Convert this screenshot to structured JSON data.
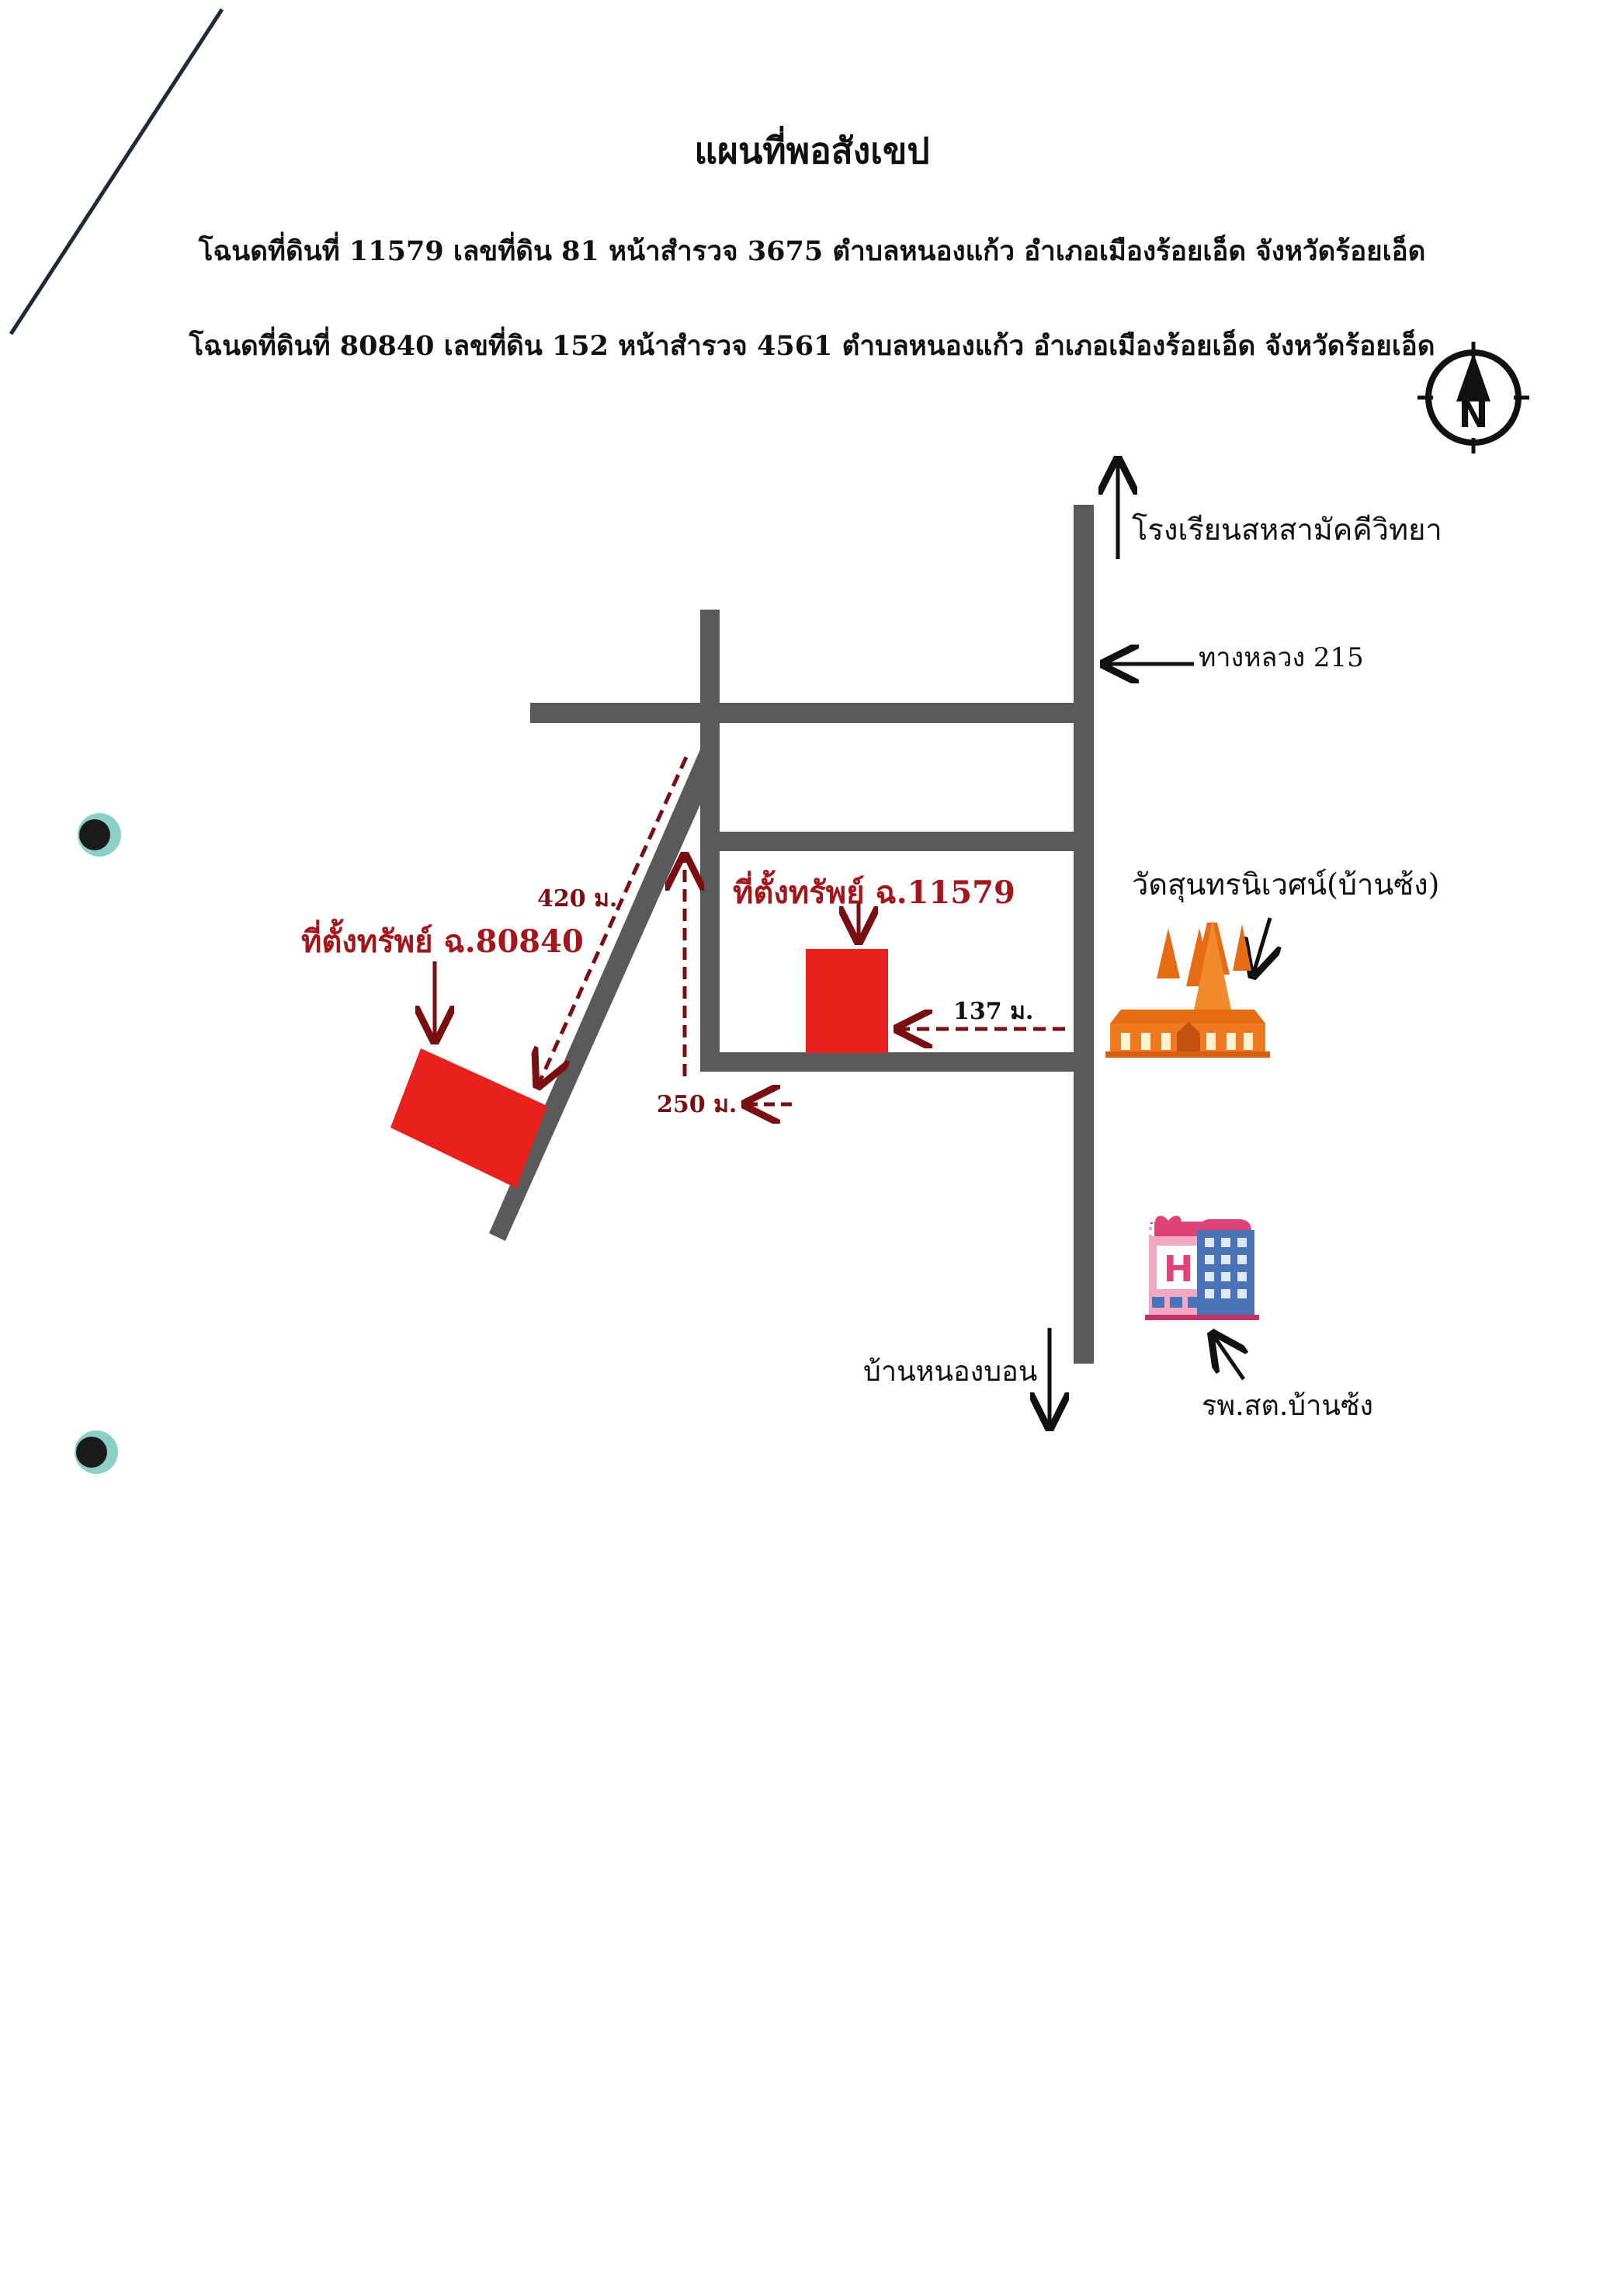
{
  "title": "แผนที่พอสังเขป",
  "deeds": [
    "โฉนดที่ดินที่ 11579 เลขที่ดิน 81 หน้าสำรวจ 3675 ตำบลหนองแก้ว อำเภอเมืองร้อยเอ็ด จังหวัดร้อยเอ็ด",
    "โฉนดที่ดินที่ 80840 เลขที่ดิน 152 หน้าสำรวจ 4561 ตำบลหนองแก้ว อำเภอเมืองร้อยเอ็ด จังหวัดร้อยเอ็ด"
  ],
  "compass": {
    "letter": "N"
  },
  "labels": {
    "school": "โรงเรียนสหสามัคคีวิทยา",
    "highway": "ทางหลวง 215",
    "temple": "วัดสุนทรนิเวศน์(บ้านซ้ง)",
    "village": "บ้านหนองบอน",
    "hospital": "รพ.สต.บ้านซ้ง",
    "property_11579": "ที่ตั้งทรัพย์ ฉ.11579",
    "property_80840": "ที่ตั้งทรัพย์ ฉ.80840",
    "dist_420": "420 ม.",
    "dist_250": "250 ม.",
    "dist_137": "137 ม."
  },
  "colors": {
    "road": "#5a5a5a",
    "property": "#e8201e",
    "annotation": "#7a0f12",
    "temple": "#f07a22",
    "hospital": "#e0437a"
  }
}
